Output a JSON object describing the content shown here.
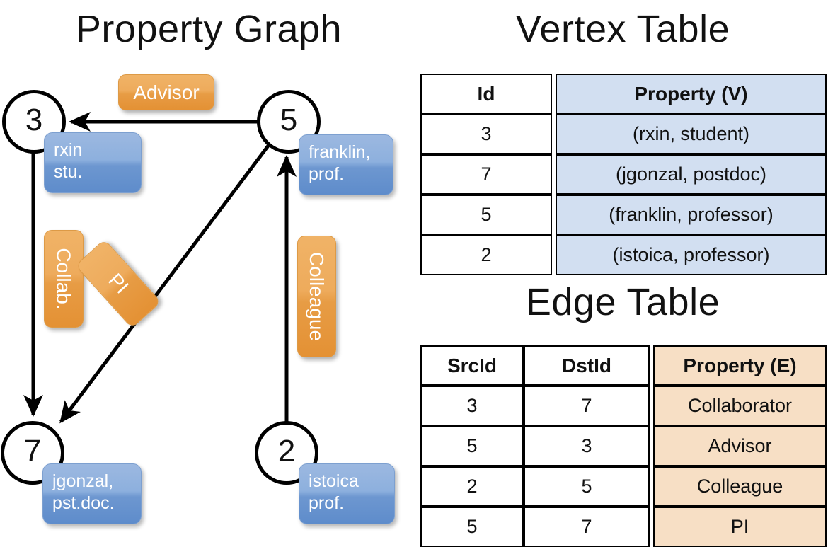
{
  "titles": {
    "property_graph": "Property Graph",
    "vertex_table": "Vertex Table",
    "edge_table": "Edge Table"
  },
  "colors": {
    "vertex_property_fill": "#d2dff1",
    "edge_property_fill": "#f7dfc5",
    "node_callout_blue": "#8db0de",
    "edge_tag_orange": "#eeab5c",
    "stroke": "#000000",
    "background": "#ffffff"
  },
  "graph": {
    "nodes": [
      {
        "id": "3",
        "property_line1": "rxin",
        "property_line2": "stu."
      },
      {
        "id": "5",
        "property_line1": "franklin,",
        "property_line2": "prof."
      },
      {
        "id": "7",
        "property_line1": "jgonzal,",
        "property_line2": "pst.doc."
      },
      {
        "id": "2",
        "property_line1": "istoica",
        "property_line2": "prof."
      }
    ],
    "edge_labels": [
      {
        "name": "advisor-tag",
        "text": "Advisor",
        "orientation": "horizontal"
      },
      {
        "name": "collab-tag",
        "text": "Collab.",
        "orientation": "vertical"
      },
      {
        "name": "pi-tag",
        "text": "PI",
        "orientation": "diagonal"
      },
      {
        "name": "colleague-tag",
        "text": "Colleague",
        "orientation": "vertical"
      }
    ],
    "edges": [
      {
        "src": "5",
        "dst": "3",
        "label": "Advisor"
      },
      {
        "src": "3",
        "dst": "7",
        "label": "Collab."
      },
      {
        "src": "5",
        "dst": "7",
        "label": "PI"
      },
      {
        "src": "2",
        "dst": "5",
        "label": "Colleague"
      }
    ]
  },
  "chart_data": {
    "type": "table",
    "title": "Property Graph as Vertex Table and Edge Table",
    "vertex_table": {
      "columns": [
        "Id",
        "Property (V)"
      ],
      "rows": [
        [
          "3",
          "(rxin, student)"
        ],
        [
          "7",
          "(jgonzal, postdoc)"
        ],
        [
          "5",
          "(franklin, professor)"
        ],
        [
          "2",
          "(istoica, professor)"
        ]
      ]
    },
    "edge_table": {
      "columns": [
        "SrcId",
        "DstId",
        "Property (E)"
      ],
      "rows": [
        [
          "3",
          "7",
          "Collaborator"
        ],
        [
          "5",
          "3",
          "Advisor"
        ],
        [
          "2",
          "5",
          "Colleague"
        ],
        [
          "5",
          "7",
          "PI"
        ]
      ]
    }
  },
  "vertex_table": {
    "header": {
      "id": "Id",
      "property": "Property (V)"
    },
    "rows": [
      {
        "id": "3",
        "property": "(rxin, student)"
      },
      {
        "id": "7",
        "property": "(jgonzal, postdoc)"
      },
      {
        "id": "5",
        "property": "(franklin, professor)"
      },
      {
        "id": "2",
        "property": "(istoica, professor)"
      }
    ]
  },
  "edge_table": {
    "header": {
      "src": "SrcId",
      "dst": "DstId",
      "property": "Property (E)"
    },
    "rows": [
      {
        "src": "3",
        "dst": "7",
        "property": "Collaborator"
      },
      {
        "src": "5",
        "dst": "3",
        "property": "Advisor"
      },
      {
        "src": "2",
        "dst": "5",
        "property": "Colleague"
      },
      {
        "src": "5",
        "dst": "7",
        "property": "PI"
      }
    ]
  }
}
